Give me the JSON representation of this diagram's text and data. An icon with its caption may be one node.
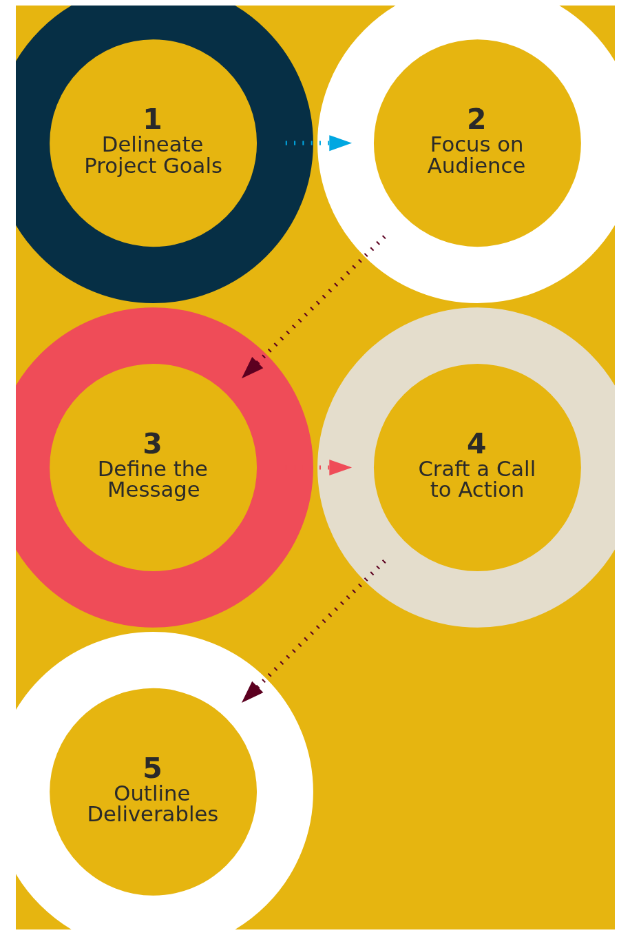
{
  "diagram": {
    "nodes": [
      {
        "text": [
          "1",
          "Delineate Project Goals"
        ]
      },
      {
        "text": [
          "2",
          "Focus on Audience"
        ]
      },
      {
        "text": [
          "3",
          "Define the Message"
        ]
      },
      {
        "text": [
          "4",
          "Craft a Call to Action"
        ]
      },
      {
        "text": [
          "5",
          "Outline Deliverables"
        ]
      }
    ],
    "edges": [
      {
        "from": 0,
        "to": 1,
        "arrow": "to",
        "color": "#00a7e1"
      },
      {
        "from": 1,
        "to": 2,
        "arrow": "to"
      },
      {
        "from": 2,
        "to": 3,
        "arrow": "to",
        "color": "#ef4c58"
      },
      {
        "from": 3,
        "to": 4,
        "arrow": "to"
      }
    ]
  }
}
